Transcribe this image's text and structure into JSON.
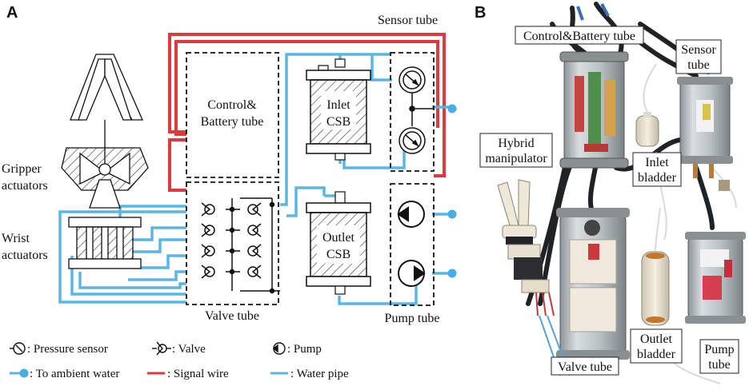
{
  "panels": {
    "a": "A",
    "b": "B"
  },
  "diagram": {
    "sensor_tube": "Sensor tube",
    "control_line1": "Control&",
    "control_line2": "Battery tube",
    "inlet_line1": "Inlet",
    "inlet_line2": "CSB",
    "outlet_line1": "Outlet",
    "outlet_line2": "CSB",
    "gripper_line1": "Gripper",
    "gripper_line2": "actuators",
    "wrist_line1": "Wrist",
    "wrist_line2": "actuators",
    "valve_tube": "Valve tube",
    "pump_tube": "Pump tube"
  },
  "legend": {
    "pressure_sensor": ": Pressure sensor",
    "valve": ": Valve",
    "pump": ": Pump",
    "ambient_water": ": To ambient water",
    "signal_wire": ": Signal wire",
    "water_pipe": ": Water pipe"
  },
  "photo": {
    "control_battery": "Control&Battery tube",
    "sensor_line1": "Sensor",
    "sensor_line2": "tube",
    "hybrid_line1": "Hybrid",
    "hybrid_line2": "manipulator",
    "inlet_line1": "Inlet",
    "inlet_line2": "bladder",
    "outlet_line1": "Outlet",
    "outlet_line2": "bladder",
    "pump_line1": "Pump",
    "pump_line2": "tube",
    "valve_tube": "Valve tube"
  },
  "colors": {
    "signal_wire": "#e0393b",
    "water_pipe": "#5ab6e4",
    "ambient_water": "#45aee5"
  }
}
